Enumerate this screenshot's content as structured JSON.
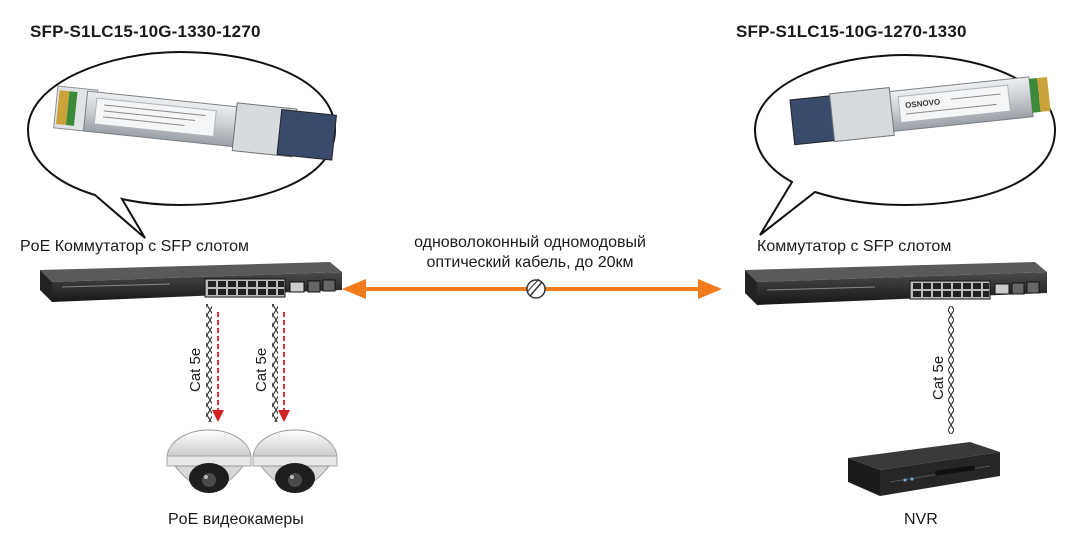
{
  "left": {
    "module_title": "SFP-S1LC15-10G-1330-1270",
    "switch_label": "PoE Коммутатор с SFP слотом",
    "cable_labels": [
      "Cat 5e",
      "Cat 5e"
    ],
    "device_label": "PoE видеокамеры"
  },
  "right": {
    "module_title": "SFP-S1LC15-10G-1270-1330",
    "switch_label": "Коммутатор с SFP слотом",
    "cable_label": "Cat 5e",
    "device_label": "NVR"
  },
  "link": {
    "line1": "одноволоконный одномодовый",
    "line2": "оптический кабель, до 20км"
  },
  "module_brand": "OSNOVO",
  "colors": {
    "fiber": "#f07c1e",
    "poe_arrow": "#d42020",
    "switch_body": "#2a2a2a",
    "sfp_metal": "#cfd3d6",
    "sfp_latch": "#3a4a6a"
  }
}
